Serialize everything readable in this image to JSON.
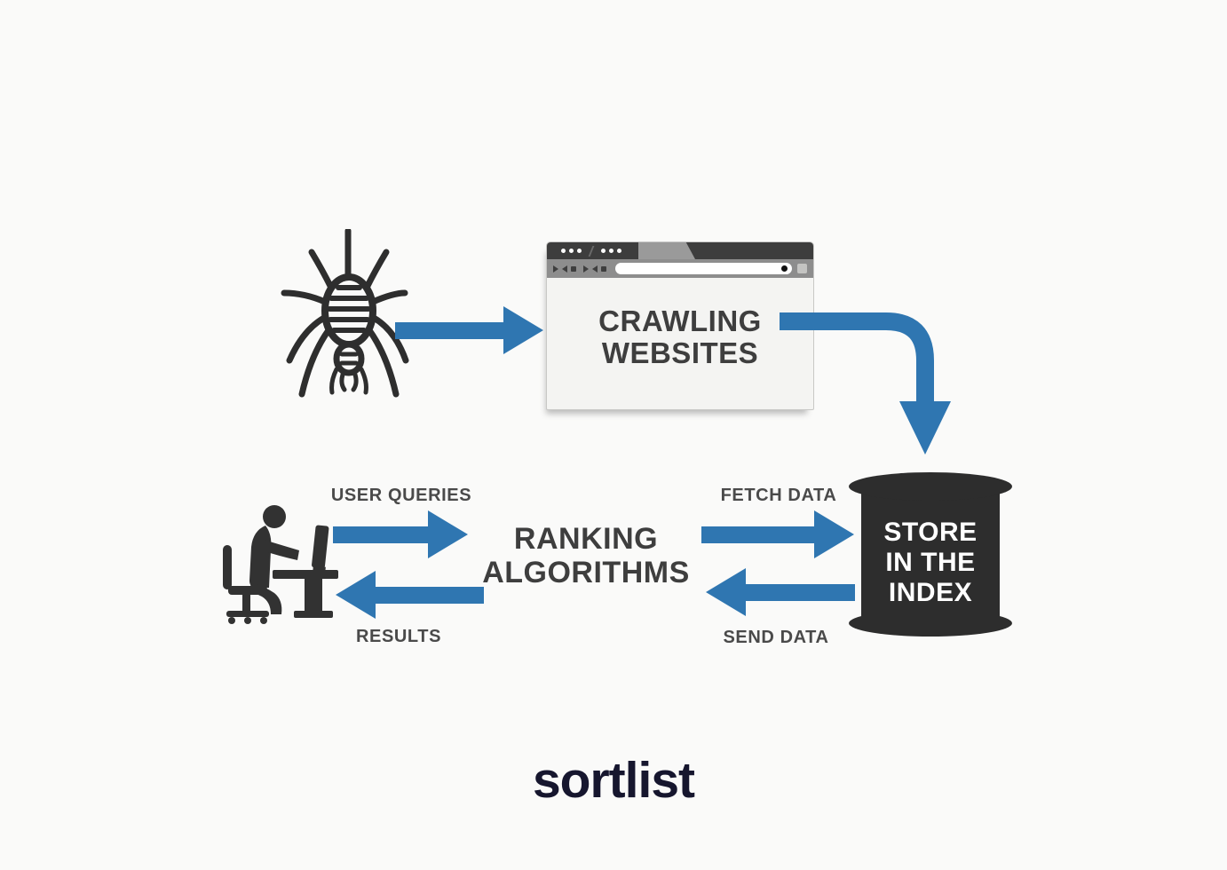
{
  "colors": {
    "background": "#fafaf9",
    "arrow_blue": "#2f76b1",
    "icon_dark": "#2e2e2e",
    "label_gray": "#4a4a4a",
    "node_text": "#3e3e3e",
    "index_text": "#ffffff",
    "logo_navy": "#16162e",
    "browser_bar_dark": "#3d3d3d",
    "browser_bar_gray": "#8d8d8d"
  },
  "icons": {
    "spider": "spider-crawler-icon",
    "browser": "browser-window-icon",
    "database": "database-cylinder-icon",
    "person": "user-at-computer-icon"
  },
  "nodes": {
    "crawling": {
      "lines": [
        "CRAWLING",
        "WEBSITES"
      ]
    },
    "ranking": {
      "lines": [
        "RANKING",
        "ALGORITHMS"
      ]
    },
    "index": {
      "lines": [
        "STORE",
        "IN THE",
        "INDEX"
      ]
    }
  },
  "edges": {
    "user_queries": "USER QUERIES",
    "results": "RESULTS",
    "fetch_data": "FETCH DATA",
    "send_data": "SEND DATA"
  },
  "footer": {
    "logo_text": "sortlist"
  }
}
